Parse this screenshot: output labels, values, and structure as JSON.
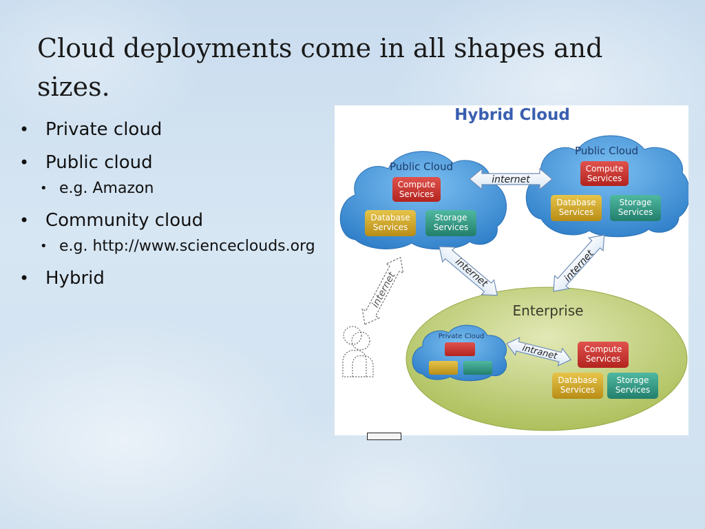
{
  "slide": {
    "title": "Cloud deployments come in all shapes and sizes."
  },
  "bullets": [
    {
      "text": "Private cloud",
      "level": 1
    },
    {
      "text": "Public cloud",
      "level": 1
    },
    {
      "text": "e.g. Amazon",
      "level": 2
    },
    {
      "text": "Community cloud",
      "level": 1
    },
    {
      "text": "e.g. http://www.scienceclouds.org",
      "level": 2
    },
    {
      "text": "Hybrid",
      "level": 1
    }
  ],
  "bullet_glyph": "•",
  "diagram": {
    "title": "Hybrid Cloud",
    "left_cloud": {
      "label": "Public Cloud",
      "boxes": [
        "Compute Services",
        "Database Services",
        "Storage Services"
      ]
    },
    "right_cloud": {
      "label": "Public Cloud",
      "boxes": [
        "Compute Services",
        "Database Services",
        "Storage Services"
      ]
    },
    "enterprise": {
      "label": "Enterprise",
      "private_cloud_label": "Private Cloud",
      "boxes": [
        "Compute Services",
        "Database Services",
        "Storage Services"
      ]
    },
    "links": {
      "top": "internet",
      "left_down": "internet",
      "right_down": "internet",
      "user": "internet",
      "private": "intranet"
    },
    "colors": {
      "title": "#3a5fb0",
      "cloud_blue": "#3d8fd6",
      "enterprise_green": "#b9c96a",
      "compute_red": "#c9302c",
      "database_gold": "#d1a72a",
      "storage_teal": "#2f9c86"
    }
  }
}
